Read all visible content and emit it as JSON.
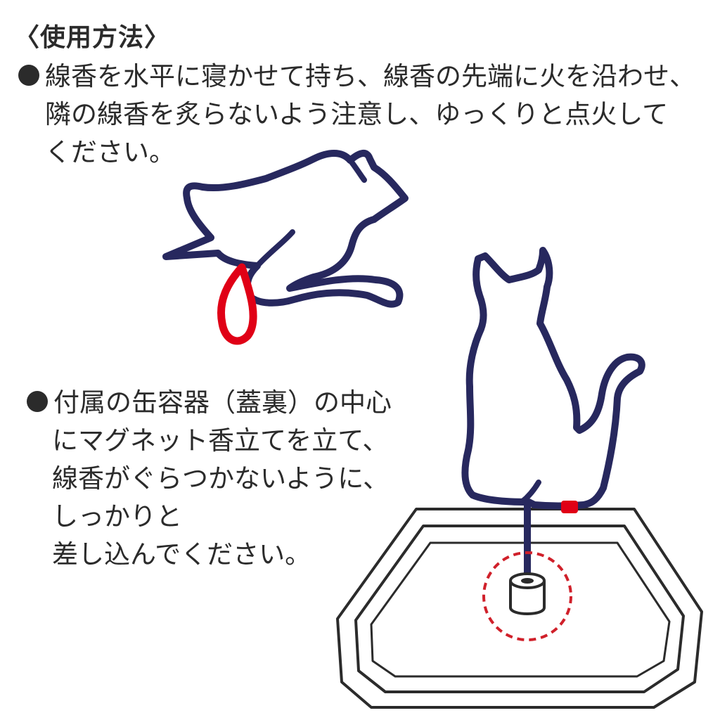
{
  "heading": "〈使用方法〉",
  "step1": {
    "bullet_icon": "black-circle-bullet",
    "lines": [
      "線香を水平に寝かせて持ち、線香の先端に火を沿わせ、",
      "隣の線香を炙らないよう注意し、ゆっくりと点火して",
      "ください。"
    ]
  },
  "step2": {
    "bullet_icon": "black-circle-bullet",
    "lines": [
      "付属の缶容器（蓋裏）の中心",
      "にマグネット香立てを立て、",
      "線香がぐらつかないように、",
      "しっかりと",
      "差し込んでください。"
    ]
  },
  "illustration": {
    "icons": [
      "lying-cat-incense-icon",
      "flame-icon",
      "sitting-cat-incense-icon",
      "tin-tray-icon",
      "magnetic-holder-icon",
      "dashed-highlight-circle-icon"
    ],
    "colors": {
      "cat_outline": "#27285e",
      "flame": "#e00016",
      "tray_outline": "#2b2b2b",
      "highlight": "#d0202a"
    }
  }
}
